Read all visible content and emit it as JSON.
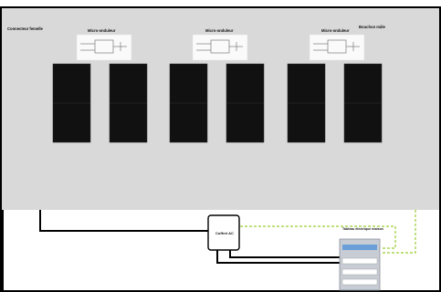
{
  "diagram": {
    "connector_label": "Connecteur femelle",
    "end_cap_label": "Bouchon mâle",
    "microinverters": [
      {
        "label": "Micro-onduleur"
      },
      {
        "label": "Micro-onduleur"
      },
      {
        "label": "Micro-onduleur"
      }
    ],
    "ac_box_label": "Coffret AC",
    "panel_label": "Tableau électrique maison",
    "panel_count": 6,
    "colors": {
      "roof": "#d9d9d9",
      "frame": "#000000",
      "solar_panel": "#111111",
      "cable": "#000000",
      "ground_wire": "#9acd32",
      "electrical_panel": "#c8ccd4"
    }
  }
}
